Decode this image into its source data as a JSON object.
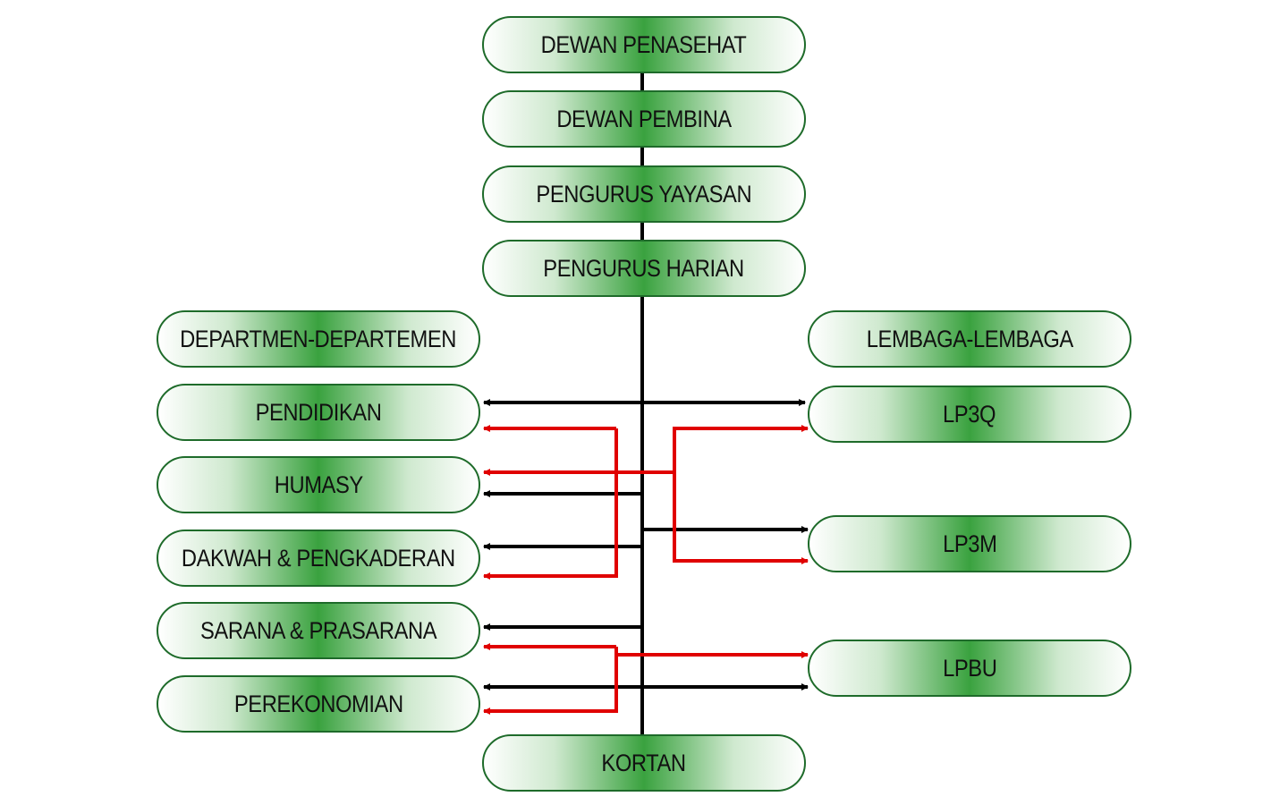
{
  "colors": {
    "node_border": "#1e6b2a",
    "node_fill": "#3aa23f",
    "line_black": "#000000",
    "line_red": "#e00000"
  },
  "hierarchy": {
    "dewan_penasehat": "DEWAN PENASEHAT",
    "dewan_pembina": "DEWAN PEMBINA",
    "pengurus_yayasan": "PENGURUS YAYASAN",
    "pengurus_harian": "PENGURUS HARIAN",
    "kortan": "KORTAN"
  },
  "departments": {
    "header": "DEPARTMEN-DEPARTEMEN",
    "items": [
      "PENDIDIKAN",
      "HUMASY",
      "DAKWAH & PENGKADERAN",
      "SARANA & PRASARANA",
      "PEREKONOMIAN"
    ]
  },
  "institutions": {
    "header": "LEMBAGA-LEMBAGA",
    "items": [
      "LP3Q",
      "LP3M",
      "LPBU"
    ]
  }
}
